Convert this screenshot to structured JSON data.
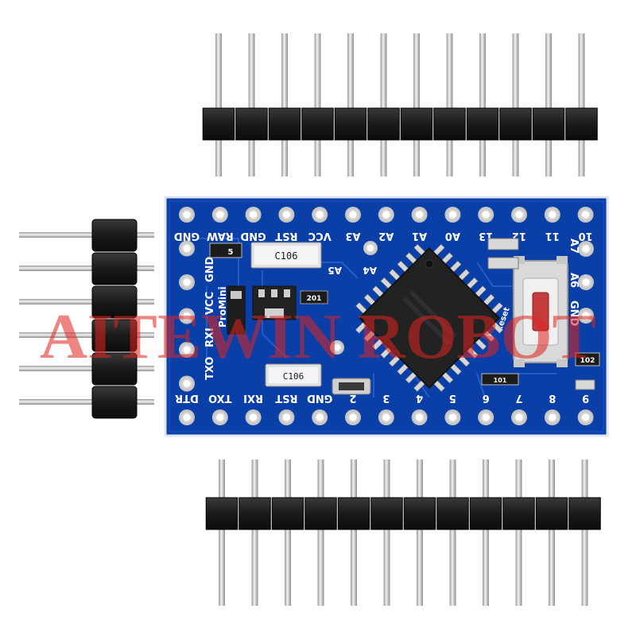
{
  "board": {
    "top_labels": [
      "GND",
      "RAW",
      "GND",
      "RST",
      "VCC",
      "A3",
      "A2",
      "A1",
      "A0",
      "13",
      "12",
      "11",
      "10"
    ],
    "bottom_labels": [
      "DTR",
      "TXO",
      "RXI",
      "RST",
      "GND",
      "2",
      "3",
      "4",
      "5",
      "6",
      "7",
      "8",
      "9"
    ],
    "left_labels": [
      "GND",
      "VCC",
      "RXI",
      "TXO"
    ],
    "right_labels": [
      "A7",
      "A6",
      "GND"
    ],
    "inner_labels": {
      "a5": "A5",
      "a4": "A4",
      "reset": "Reset",
      "pro_mini": "ProMini"
    },
    "components": {
      "cap_top": "C106",
      "cap_bottom": "C106",
      "resistor_mid": "201",
      "resistor_right": "102",
      "resistor_small": "101",
      "resistor_tiny": "5"
    }
  },
  "watermark": {
    "text": "AITEWIN ROBOT"
  },
  "colors": {
    "pcb": "#0b3fa8",
    "silkscreen": "#ffffff",
    "pin_plastic": "#1a1a1a",
    "pin_metal": "#c9c9c9",
    "watermark": "#e0241f"
  }
}
